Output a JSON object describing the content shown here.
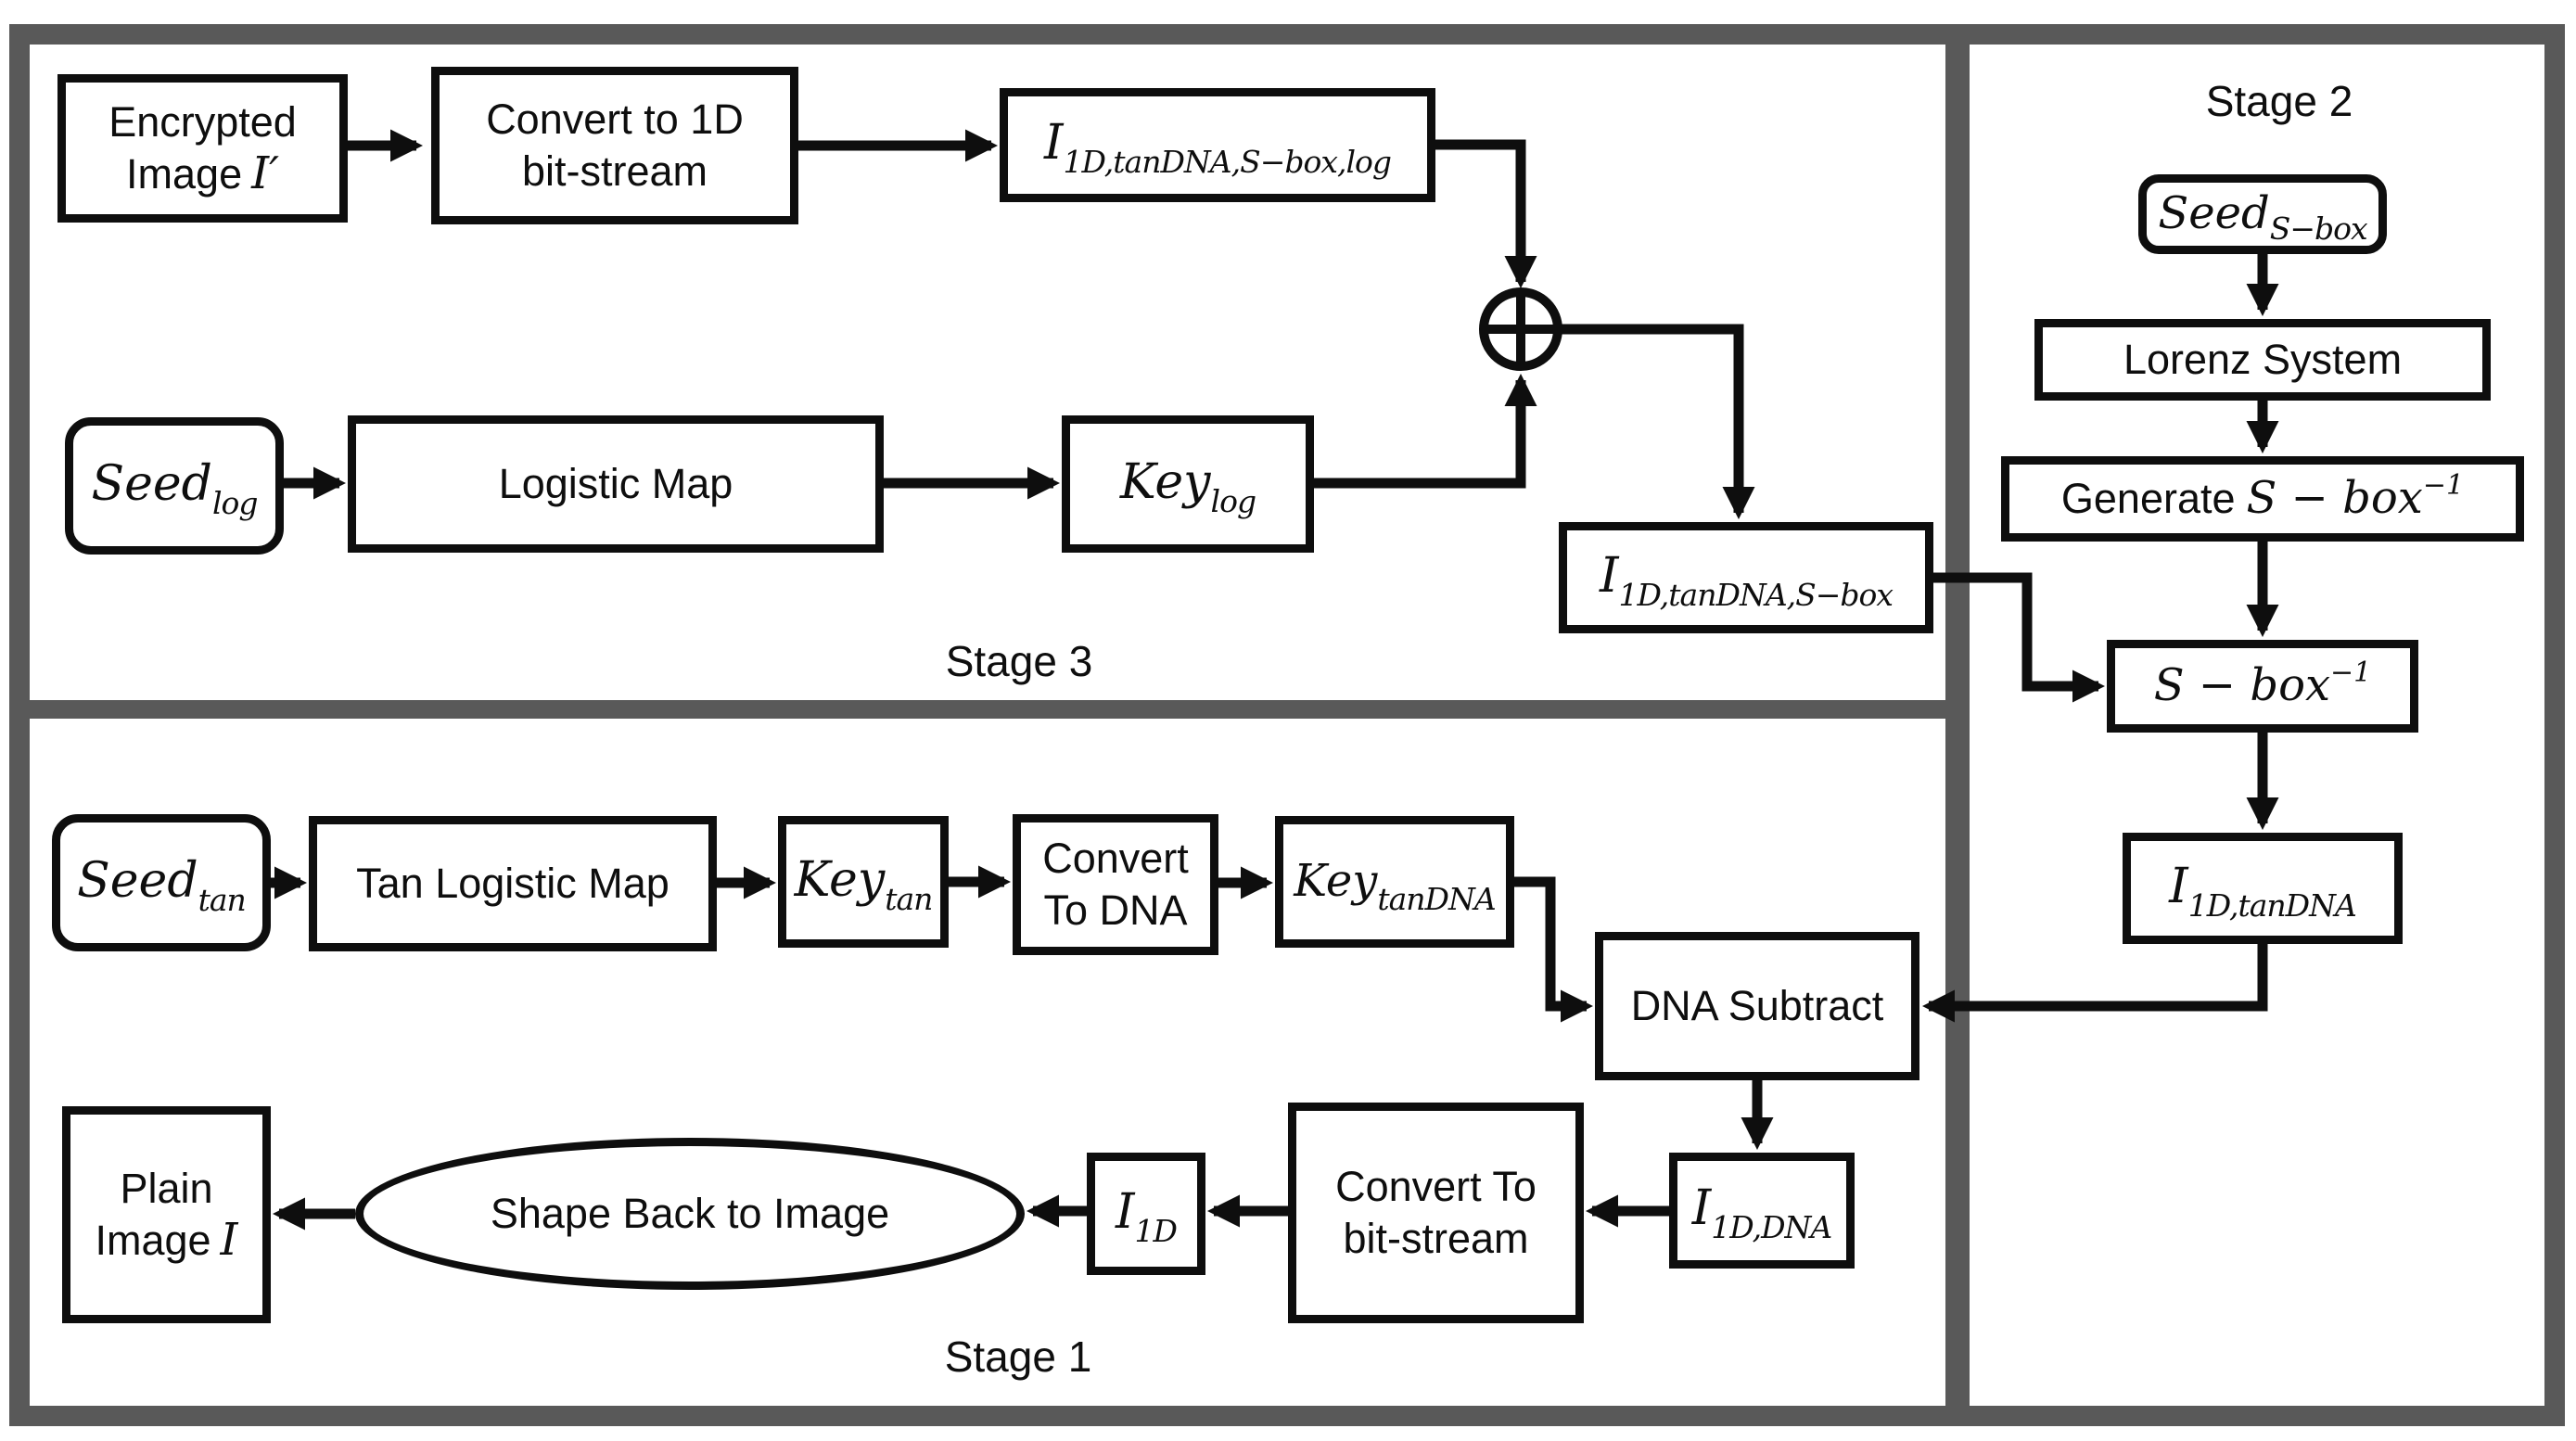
{
  "colors": {
    "frame_gray": "#595959",
    "ink": "#0e0e0e",
    "background": "#ffffff"
  },
  "stage3": {
    "label": "Stage 3",
    "encrypted_image": {
      "line1": "Encrypted",
      "line2_prefix": "Image",
      "line2_math": "I′"
    },
    "convert_to_1d": {
      "line1": "Convert to 1D",
      "line2": "bit-stream"
    },
    "i_1d_tandna_sbox_log": {
      "base": "I",
      "sub": "1D,tanDNA,S−box,log"
    },
    "seed_log": {
      "base": "Seed",
      "sub": "log"
    },
    "logistic_map": {
      "label": "Logistic Map"
    },
    "key_log": {
      "base": "Key",
      "sub": "log"
    },
    "i_1d_tandna_sbox": {
      "base": "I",
      "sub": "1D,tanDNA,S−box"
    }
  },
  "stage2": {
    "label": "Stage 2",
    "seed_sbox": {
      "base": "Seed",
      "sub": "S−box"
    },
    "lorenz_system": {
      "label": "Lorenz System"
    },
    "generate_sbox_inverse": {
      "prefix": "Generate",
      "math": "S − box",
      "sup": "−1"
    },
    "sbox_inverse": {
      "math": "S − box",
      "sup": "−1"
    },
    "i_1d_tandna": {
      "base": "I",
      "sub": "1D,tanDNA"
    }
  },
  "stage1": {
    "label": "Stage 1",
    "seed_tan": {
      "base": "Seed",
      "sub": "tan"
    },
    "tan_logistic_map": {
      "label": "Tan Logistic Map"
    },
    "key_tan": {
      "base": "Key",
      "sub": "tan"
    },
    "convert_to_dna": {
      "line1": "Convert",
      "line2": "To DNA"
    },
    "key_tandna": {
      "base": "Key",
      "sub": "tanDNA"
    },
    "dna_subtract": {
      "label": "DNA Subtract"
    },
    "i_1d_dna": {
      "base": "I",
      "sub": "1D,DNA"
    },
    "convert_to_bitstream": {
      "line1": "Convert To",
      "line2": "bit-stream"
    },
    "i_1d": {
      "base": "I",
      "sub": "1D"
    },
    "shape_back_to_image": {
      "label": "Shape Back to Image"
    },
    "plain_image": {
      "line1": "Plain",
      "line2_prefix": "Image",
      "line2_math": "I"
    }
  }
}
